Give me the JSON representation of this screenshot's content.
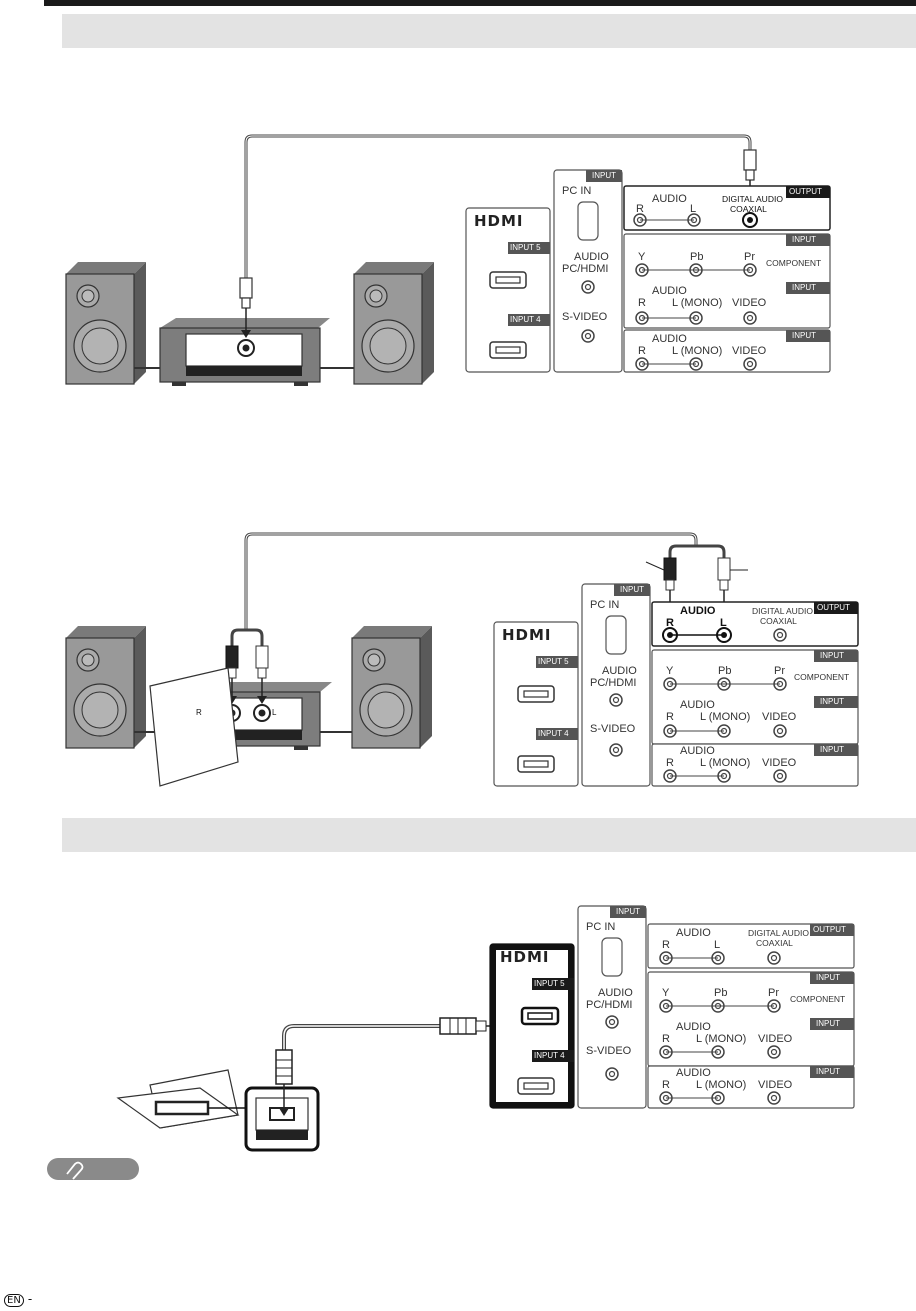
{
  "panel": {
    "hdmi_logo": "HDMI",
    "input5": "INPUT 5",
    "input4": "INPUT 4",
    "input": "INPUT",
    "output": "OUTPUT",
    "pc_in": "PC  IN",
    "audio": "AUDIO",
    "pc_hdmi": "PC/HDMI",
    "s_video": "S-VIDEO",
    "audio_bracket": "AUDIO",
    "digital_audio": "DIGITAL AUDIO",
    "coaxial": "COAXIAL",
    "y": "Y",
    "pb": "Pb",
    "pr": "Pr",
    "component": "COMPONENT",
    "r": "R",
    "l": "L",
    "l_mono": "L (MONO)",
    "video": "VIDEO"
  },
  "amp": {
    "r": "R",
    "l": "L"
  },
  "footer": {
    "en": "EN",
    "dash": "-"
  },
  "colors": {
    "band": "#e3e3e3",
    "label_fill": "#1a1a1a",
    "device": "#555555"
  }
}
